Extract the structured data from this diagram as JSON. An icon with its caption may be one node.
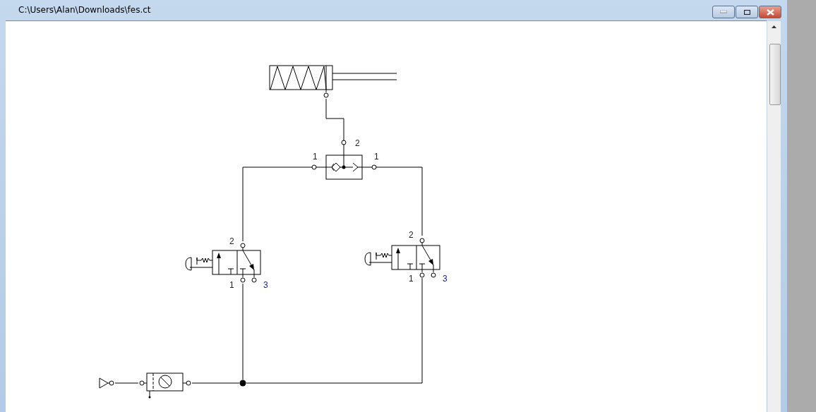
{
  "diagram": {
    "title": "C:\\Users\\Alan\\Downloads\\fes.ct",
    "nodes": [
      {
        "text": [],
        "shape": "picture"
      },
      {
        "text": [],
        "shape": "picture",
        "beside": [
          "2",
          "1",
          "1"
        ]
      },
      {
        "text": [],
        "shape": "picture",
        "beside": [
          "2",
          "1",
          "3"
        ]
      },
      {
        "text": [],
        "shape": "picture",
        "beside": [
          "2",
          "1",
          "3"
        ]
      },
      {
        "text": [],
        "shape": "picture"
      },
      {
        "text": [],
        "shape": "picture"
      },
      {
        "text": [],
        "shape": "circle"
      }
    ],
    "edges": [
      {
        "from": 0,
        "to": 1,
        "arrow": "none"
      },
      {
        "from": 1,
        "to": 2,
        "arrow": "none"
      },
      {
        "from": 1,
        "to": 3,
        "arrow": "none"
      },
      {
        "from": 2,
        "to": 6,
        "arrow": "none"
      },
      {
        "from": 3,
        "to": 6,
        "arrow": "none"
      },
      {
        "from": 4,
        "to": 5,
        "arrow": "none"
      },
      {
        "from": 5,
        "to": 6,
        "arrow": "none"
      }
    ]
  }
}
